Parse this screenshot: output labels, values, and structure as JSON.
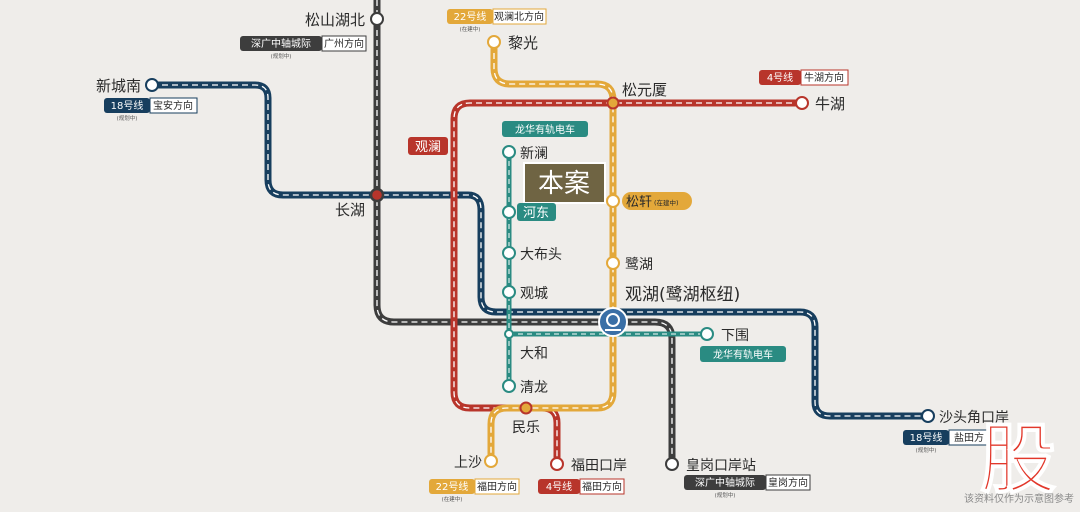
{
  "colors": {
    "background": "#efedea",
    "line4_red": "#b8352b",
    "line22_yellow": "#e3a83a",
    "line18_navy": "#173e5e",
    "axis_gray": "#3d3d3d",
    "tram_teal": "#2a8b82",
    "project_bg": "#6f6443",
    "logo_red": "#e2372a"
  },
  "stations": {
    "songshanhu_bei": "松山湖北",
    "liguang": "黎光",
    "xinchengnan": "新城南",
    "songyuanxia": "松元厦",
    "niuhu": "牛湖",
    "guanlan": "观澜",
    "changhu": "长湖",
    "xinlan": "新澜",
    "hedong": "河东",
    "songxuan": "松轩",
    "songxuan_note": "(在建中)",
    "dabutou": "大布头",
    "luhu": "鹭湖",
    "guancheng": "观城",
    "guanhu_hub": "观湖(鹭湖枢纽)",
    "xiawei": "下围",
    "dahe": "大和",
    "qinglong": "清龙",
    "minle": "民乐",
    "shashoujiao": "沙头角口岸",
    "shangsha": "上沙",
    "futian_port": "福田口岸",
    "huanggang_port": "皇岗口岸站"
  },
  "project_label": "本案",
  "line_tags": {
    "l22_top": {
      "line": "22号线",
      "direction": "观澜北方向",
      "note": "(在建中)"
    },
    "szgz_top": {
      "line": "深广中轴城际",
      "direction": "广州方向",
      "note": "(规划中)"
    },
    "l18_left": {
      "line": "18号线",
      "direction": "宝安方向",
      "note": "(规划中)"
    },
    "l4_right": {
      "line": "4号线",
      "direction": "牛湖方向"
    },
    "tram_top": {
      "line": "龙华有轨电车"
    },
    "tram_bottom": {
      "line": "龙华有轨电车"
    },
    "l18_right": {
      "line": "18号线",
      "direction": "盐田方",
      "note": "(规划中)"
    },
    "l22_bottom": {
      "line": "22号线",
      "direction": "福田方向",
      "note": "(在建中)"
    },
    "l4_bottom": {
      "line": "4号线",
      "direction": "福田方向"
    },
    "szgz_bottom": {
      "line": "深广中轴城际",
      "direction": "皇岗方向",
      "note": "(规划中)"
    }
  },
  "logo_char": "股",
  "disclaimer": "该资料仅作为示意图参考"
}
